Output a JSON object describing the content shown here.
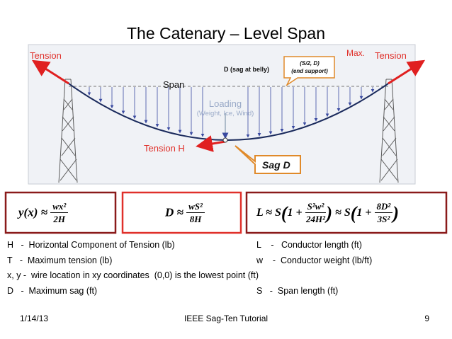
{
  "title": "The Catenary – Level Span",
  "diagram": {
    "tension_left": "Tension",
    "tension_right_prefix": "Max.",
    "tension_right": "Tension",
    "sag_at_belly": "D (sag at belly)",
    "end_support_line1": "(S/2, D)",
    "end_support_line2": "(end support)",
    "span": "Span",
    "loading_line1": "Loading",
    "loading_line2": "(Weight, Ice, Wind)",
    "tension_h": "Tension H",
    "sag_d": "Sag D",
    "colors": {
      "arrow_red": "#e02020",
      "label_red": "#e0302a",
      "cable": "#1a2a5c",
      "load_arrow": "#3a4aa0",
      "callout_fill": "#ffffff",
      "sag_callout_border": "#e08a2a",
      "box_border": "#8a1a1a"
    }
  },
  "equations": {
    "eq1": {
      "lhs": "y(x) ≈",
      "num": "wx²",
      "den": "2H"
    },
    "eq2": {
      "lhs": "D ≈",
      "num": "wS²",
      "den": "8H"
    },
    "eq3": {
      "lhs": "L ≈ S",
      "num1": "S²w²",
      "den1": "24H²",
      "mid": "≈ S",
      "num2": "8D²",
      "den2": "3S²"
    }
  },
  "legend": {
    "h": "H   -  Horizontal Component of Tension (lb)",
    "t": "T   -  Maximum tension (lb)",
    "xy": "x, y -  wire location in xy coordinates  (0,0) is the lowest point (ft)",
    "d": "D   -  Maximum sag (ft)",
    "l": "L    -   Conductor length (ft)",
    "w": "w    -  Conductor weight (lb/ft)",
    "s": "S   -  Span length (ft)"
  },
  "footer": {
    "date": "1/14/13",
    "center": "IEEE Sag-Ten Tutorial",
    "page": "9"
  }
}
